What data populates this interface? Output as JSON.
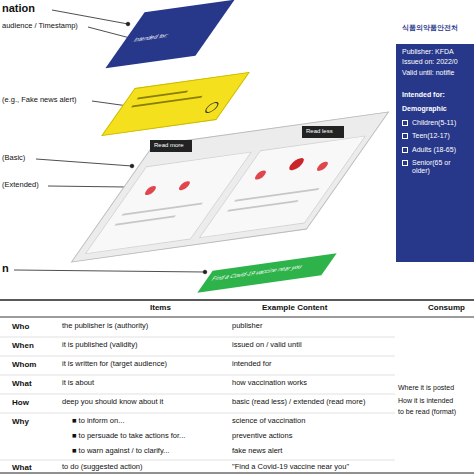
{
  "diagram": {
    "nodes": [
      {
        "text": [
          "Intended for:"
        ]
      },
      {
        "text": [
          "Read more"
        ]
      },
      {
        "text": [
          "Read less"
        ]
      },
      {
        "text": [
          "Find a Covid-19 vaccine near you"
        ]
      },
      {
        "text": [
          "식품의약품안전처",
          "Publisher: KFDA",
          "Issued on: 2022/0",
          "Valid until: notifie",
          "Intended for:",
          "Demographic",
          "Children(5-11)",
          "Teen(12-17)",
          "Adults (18-65)",
          "Senior(65 or older)"
        ]
      }
    ],
    "labels": [
      "nation",
      "audience / Timestamp)",
      "(e.g., Fake news alert)",
      "(Basic)",
      "(Extended)",
      "n",
      "Items",
      "Example Content",
      "Consump",
      "Who",
      "the publisher is (authority)",
      "publisher",
      "When",
      "it is published (validity)",
      "issued on / valid until",
      "Whom",
      "it is written for (target audience)",
      "intended for",
      "What",
      "it is about",
      "how vaccination works",
      "How",
      "deep you should know about it",
      "basic (read less) / extended (read more)",
      "Why",
      "■ to inform on...",
      "science of vaccination",
      "■ to persuade to take actions for...",
      "preventive actions",
      "■ to warn against / to clarify...",
      "fake news alert",
      "What",
      "to do (suggested action)",
      "\"Find a Covid-19 vaccine near you\"",
      "Where it is posted",
      "How it is intended",
      "to be read (format)"
    ]
  }
}
